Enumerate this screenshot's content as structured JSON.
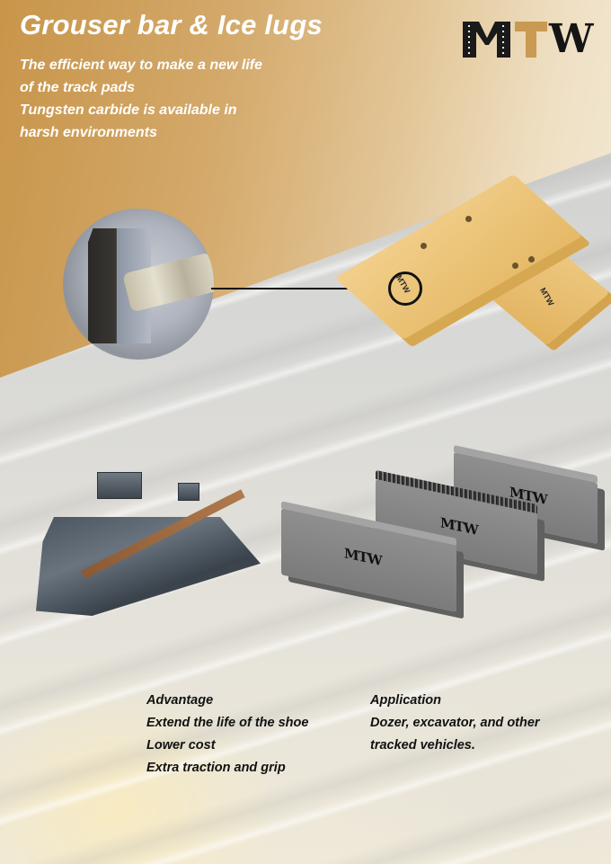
{
  "header": {
    "title": "Grouser bar & Ice lugs",
    "subtitle_lines": [
      "The efficient way to make a new life",
      "of the track pads",
      "Tungsten carbide is available in",
      "harsh environments"
    ]
  },
  "logo": {
    "text": "MTW",
    "letters": [
      "M",
      "T",
      "W"
    ],
    "accent_color": "#c99a52",
    "dark_color": "#1a1a1a"
  },
  "images": {
    "closeup": "grouser-bar-weld-closeup",
    "track_shoe": {
      "marking": "MTW",
      "color": "#e8bb6a"
    },
    "worn_shoe": "track-shoe-with-ice-lugs",
    "bars": [
      {
        "label": "MTW",
        "variant": "plain"
      },
      {
        "label": "MTW",
        "variant": "tungsten-carbide-edge"
      },
      {
        "label": "MTW",
        "variant": "plain"
      }
    ]
  },
  "advantage": {
    "heading": "Advantage",
    "items": [
      "Extend the life of the shoe",
      "Lower cost",
      "Extra traction and grip"
    ]
  },
  "application": {
    "heading": "Application",
    "lines": [
      "Dozer, excavator, and other",
      "tracked vehicles."
    ]
  },
  "colors": {
    "gold_dark": "#c8954a",
    "gold_light": "#efe0c4",
    "text_dark": "#111111",
    "text_light": "#ffffff"
  }
}
